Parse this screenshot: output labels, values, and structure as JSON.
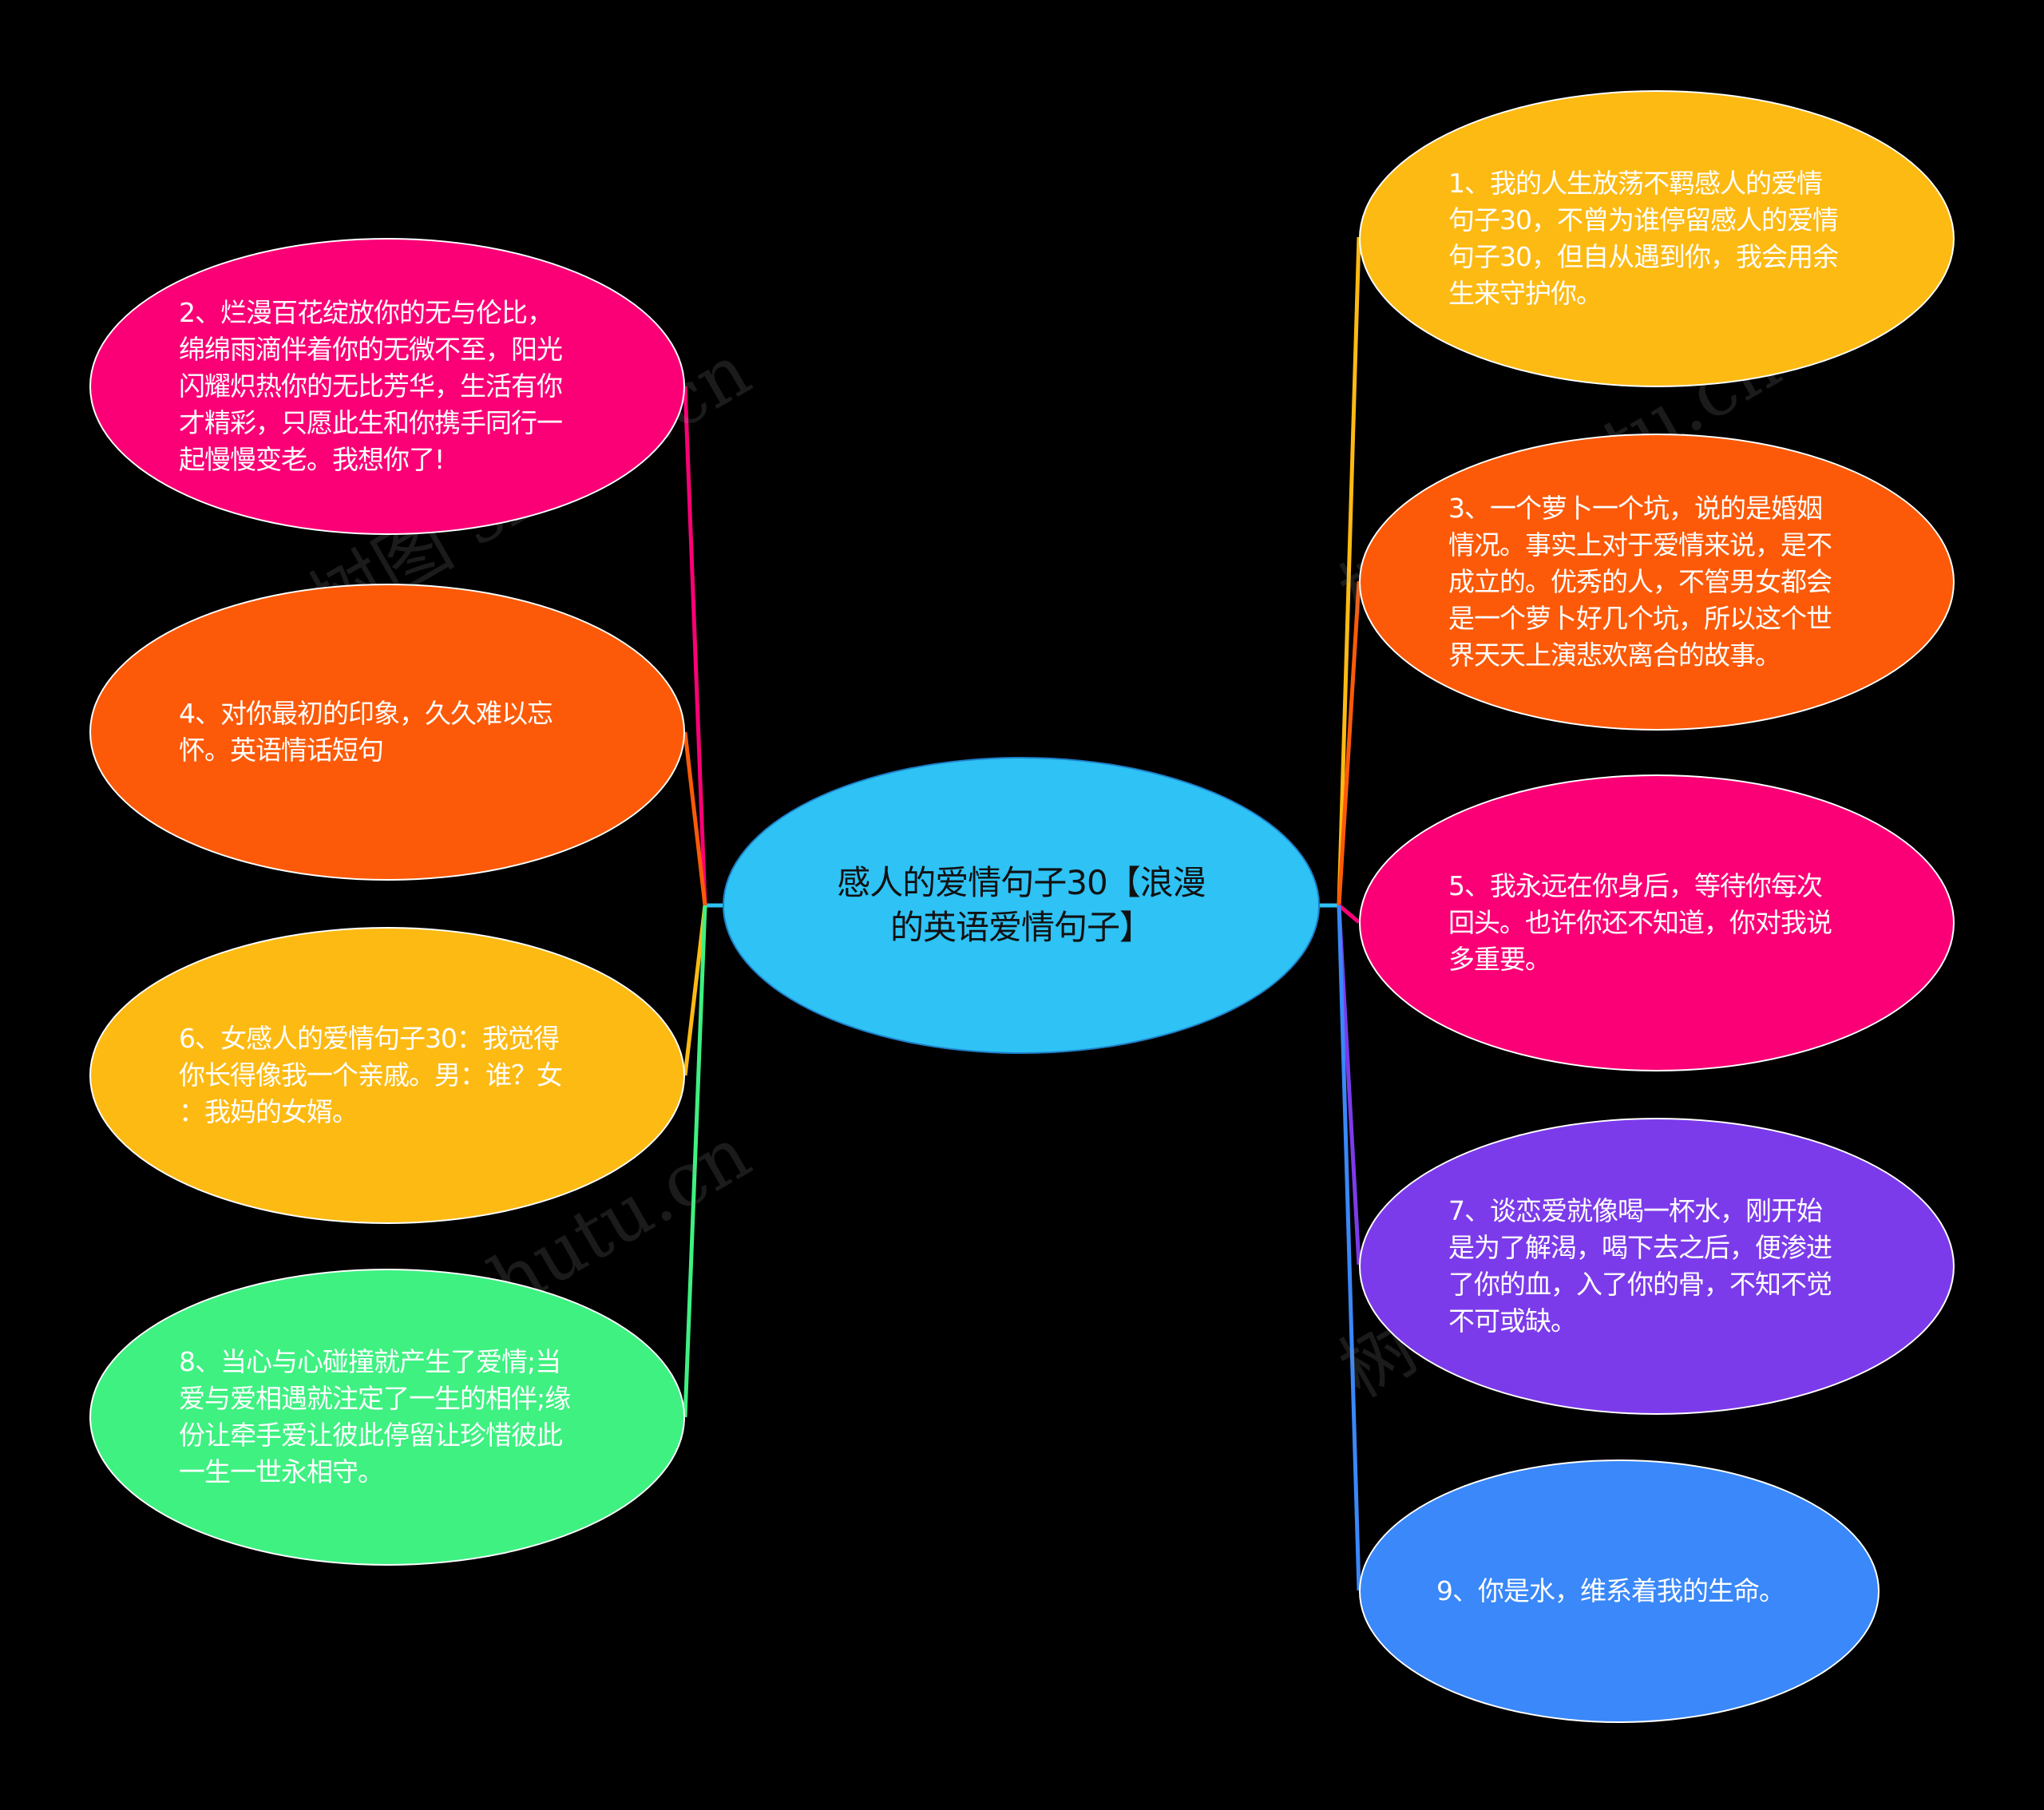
{
  "center": {
    "text": "感人的爱情句子30【浪漫\n的英语爱情句子】",
    "color": "#2ec2f5"
  },
  "nodes": [
    {
      "id": "1",
      "text": "1、我的人生放荡不羁感人的爱情\n句子30，不曾为谁停留感人的爱情\n句子30，但自从遇到你，我会用余\n生来守护你。",
      "color": "#fdba13",
      "side": "right"
    },
    {
      "id": "2",
      "text": "2、烂漫百花绽放你的无与伦比，\n绵绵雨滴伴着你的无微不至，阳光\n闪耀炽热你的无比芳华，生活有你\n才精彩，只愿此生和你携手同行一\n起慢慢变老。我想你了!",
      "color": "#fb0076",
      "side": "left"
    },
    {
      "id": "3",
      "text": "3、一个萝卜一个坑，说的是婚姻\n情况。事实上对于爱情来说，是不\n成立的。优秀的人，不管男女都会\n是一个萝卜好几个坑，所以这个世\n界天天上演悲欢离合的故事。",
      "color": "#fc5a08",
      "side": "right"
    },
    {
      "id": "4",
      "text": "4、对你最初的印象，久久难以忘\n怀。英语情话短句",
      "color": "#fc5a08",
      "side": "left"
    },
    {
      "id": "5",
      "text": "5、我永远在你身后，等待你每次\n回头。也许你还不知道，你对我说\n多重要。",
      "color": "#fb0076",
      "side": "right"
    },
    {
      "id": "6",
      "text": "6、女感人的爱情句子30：我觉得\n你长得像我一个亲戚。男：谁？女\n：我妈的女婿。",
      "color": "#fdba13",
      "side": "left"
    },
    {
      "id": "7",
      "text": "7、谈恋爱就像喝一杯水，刚开始\n是为了解渴，喝下去之后，便渗进\n了你的血，入了你的骨，不知不觉\n不可或缺。",
      "color": "#7c3bea",
      "side": "right"
    },
    {
      "id": "8",
      "text": "8、当心与心碰撞就产生了爱情;当\n爱与爱相遇就注定了一生的相伴;缘\n份让牵手爱让彼此停留让珍惜彼此\n一生一世永相守。",
      "color": "#3ef181",
      "side": "left"
    },
    {
      "id": "9",
      "text": "9、你是水，维系着我的生命。",
      "color": "#3a88f9",
      "side": "right"
    }
  ],
  "watermark": "树图 shutu.cn"
}
